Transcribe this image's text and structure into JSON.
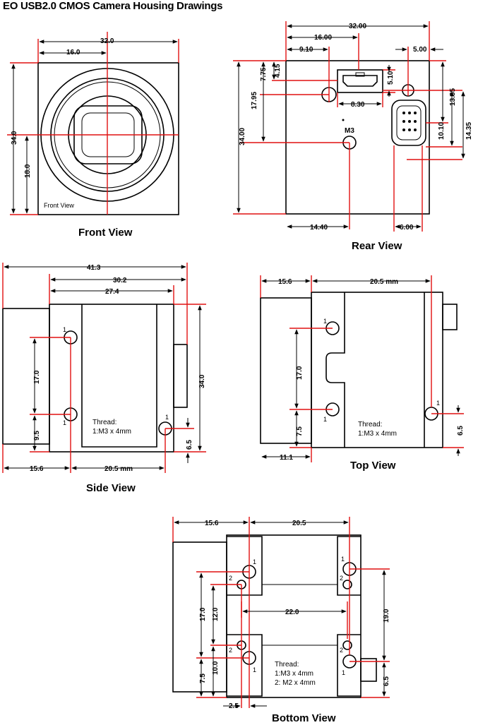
{
  "title": "EO USB2.0 CMOS Camera Housing Drawings",
  "front_view": {
    "caption": "Front View",
    "inner_label": "Front View",
    "dims": {
      "width": "32.0",
      "half_width": "16.0",
      "height": "34.0",
      "half_height": "18.0"
    }
  },
  "rear_view": {
    "caption": "Rear View",
    "mount_label": "M3",
    "dims": {
      "width": "32.00",
      "usb_center": "16.00",
      "left_hole": "9.10",
      "right_hole": "5.00",
      "v775": "7.75",
      "v415": "4.15",
      "v510": "5.10",
      "usb_width": "8.30",
      "v1795": "17.95",
      "height": "34.00",
      "v1385": "13.85",
      "v1010": "10.10",
      "v1435": "14.35",
      "m3_x": "14.40",
      "conn_x": "6.00"
    }
  },
  "side_view": {
    "caption": "Side View",
    "thread_label": "Thread:",
    "thread_spec": "1:M3 x 4mm",
    "hole_label": "1",
    "dims": {
      "total": "41.3",
      "body": "30.2",
      "inner": "27.4",
      "hole_spacing": "17.0",
      "bottom": "9.5",
      "height": "34.0",
      "right_hole": "6.5",
      "lens": "15.6",
      "holes_x": "20.5 mm"
    }
  },
  "top_view": {
    "caption": "Top View",
    "thread_label": "Thread:",
    "thread_spec": "1:M3 x 4mm",
    "hole_label": "1",
    "dims": {
      "lens": "15.6",
      "holes_x": "20.5 mm",
      "hole_spacing": "17.0",
      "bottom": "7.5",
      "right_hole": "6.5",
      "lens_step": "11.1"
    }
  },
  "bottom_view": {
    "caption": "Bottom View",
    "thread_label": "Thread:",
    "thread_spec_1": "1:M3 x 4mm",
    "thread_spec_2": "2: M2 x 4mm",
    "hole_label_1": "1",
    "hole_label_2": "2",
    "dims": {
      "lens": "15.6",
      "holes_x": "20.5",
      "m3_spacing": "17.0",
      "m2_spacing": "12.0",
      "m2_x": "22.0",
      "right_spacing": "19.0",
      "m3_bottom": "7.5",
      "m2_bottom": "10.0",
      "right_bottom": "6.5",
      "offset": "2.5"
    }
  }
}
